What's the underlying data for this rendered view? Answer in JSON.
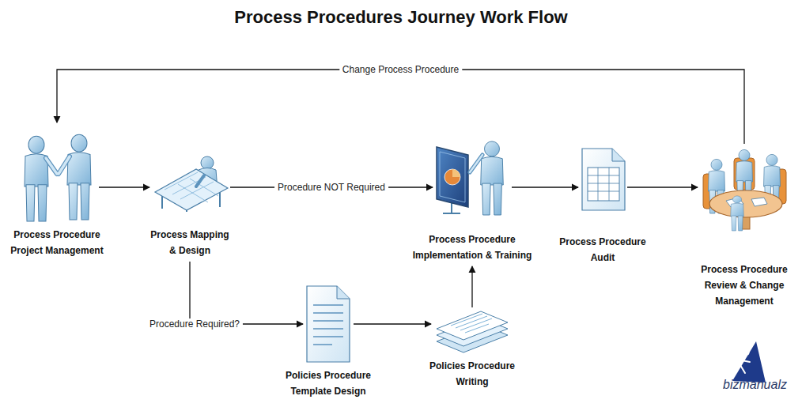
{
  "diagram": {
    "title": "Process Procedures Journey Work Flow",
    "nodes": [
      {
        "text": [
          "Process Procedure Project Management"
        ]
      },
      {
        "text": [
          "Process Mapping & Design"
        ]
      },
      {
        "text": [
          "Process Procedure Implementation & Training"
        ]
      },
      {
        "text": [
          "Process Procedure Audit"
        ]
      },
      {
        "text": [
          "Process Procedure Review & Change Management"
        ]
      },
      {
        "text": [
          "Policies Procedure Template Design"
        ]
      },
      {
        "text": [
          "Policies Procedure Writing"
        ]
      }
    ],
    "edges": [
      {
        "from": 0,
        "to": 1,
        "arrow": "to"
      },
      {
        "from": 1,
        "to": 2,
        "label": "Procedure NOT Required",
        "arrow": "to"
      },
      {
        "from": 1,
        "to": 5,
        "label": "Procedure Required?",
        "arrow": "to"
      },
      {
        "from": 5,
        "to": 6,
        "arrow": "to"
      },
      {
        "from": 6,
        "to": 2,
        "arrow": "to"
      },
      {
        "from": 2,
        "to": 3,
        "arrow": "to"
      },
      {
        "from": 3,
        "to": 4,
        "arrow": "to"
      },
      {
        "from": 4,
        "to": 0,
        "label": "Change Process Procedure",
        "arrow": "to"
      }
    ],
    "labels": [
      "bizmanualz"
    ]
  }
}
